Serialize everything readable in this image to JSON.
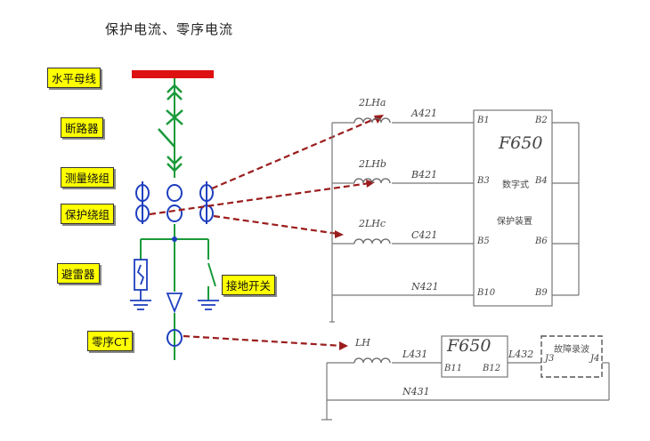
{
  "title": "保护电流、零序电流",
  "labels": {
    "busbar": "水平母线",
    "breaker": "断路器",
    "measure_winding": "测量绕组",
    "protect_winding": "保护绕组",
    "arrester": "避雷器",
    "ground_switch": "接地开关",
    "zero_seq_ct": "零序CT"
  },
  "relay1": {
    "name": "F650",
    "line1": "数字式",
    "line2": "保护装置",
    "terminals": [
      "B1",
      "B2",
      "B3",
      "B4",
      "B5",
      "B6",
      "B10",
      "B9"
    ]
  },
  "cts": [
    "2LHa",
    "2LHb",
    "2LHc"
  ],
  "wires": [
    "A421",
    "B421",
    "C421",
    "N421"
  ],
  "zero_circuit": {
    "ct": "LH",
    "wire_in": "L431",
    "relay": "F650",
    "term_a": "B11",
    "term_b": "B12",
    "wire_out": "L432",
    "device": "故障录波",
    "dev_t1": "J3",
    "dev_t2": "J4",
    "return_wire": "N431"
  },
  "colors": {
    "bus": "#dd1111",
    "green": "#1a9a3a",
    "blue": "#1f3fbf",
    "arrow": "#9b1c1c",
    "label_bg": "#ffff00"
  }
}
